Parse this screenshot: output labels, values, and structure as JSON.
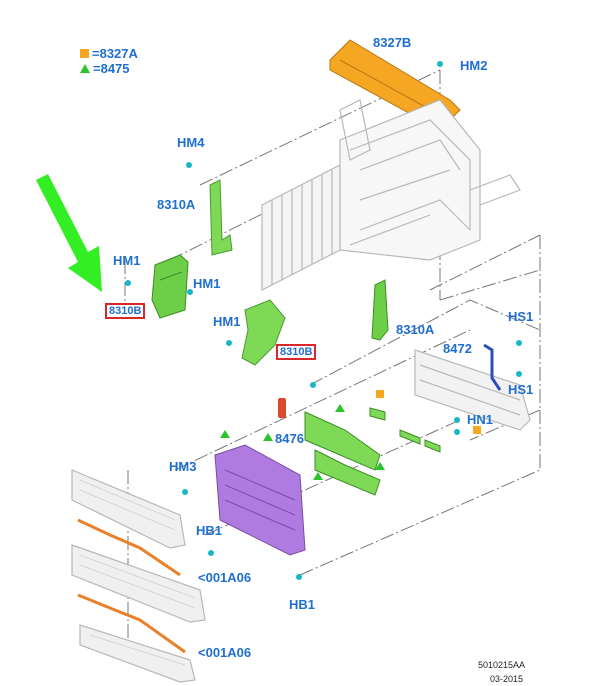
{
  "legend": [
    {
      "label": "=8327A",
      "marker": "orange-square"
    },
    {
      "label": "=8475",
      "marker": "green-triangle"
    }
  ],
  "labels": {
    "p8327B": "8327B",
    "hm2": "HM2",
    "hm4": "HM4",
    "p8310A_top": "8310A",
    "hm1_a": "HM1",
    "hm1_b": "HM1",
    "hm1_c": "HM1",
    "p8310B_a": "8310B",
    "p8310B_b": "8310B",
    "p8310A_mid": "8310A",
    "hs1_top": "HS1",
    "p8472": "8472",
    "hs1_bottom": "HS1",
    "hn1": "HN1",
    "p8476": "8476",
    "hm3": "HM3",
    "hb1_left": "HB1",
    "p001A06_a": "<001A06",
    "p001A06_b": "<001A06",
    "hb1_bottom": "HB1"
  },
  "footer": {
    "code": "5010215AA",
    "date": "03-2015"
  },
  "colors": {
    "label_blue": "#1f6fd1",
    "highlight_red": "#d8262b",
    "part_green": "#7ed957",
    "part_purple": "#a56ad9",
    "part_orange": "#f5a623",
    "arrow_green": "#33ee22"
  }
}
